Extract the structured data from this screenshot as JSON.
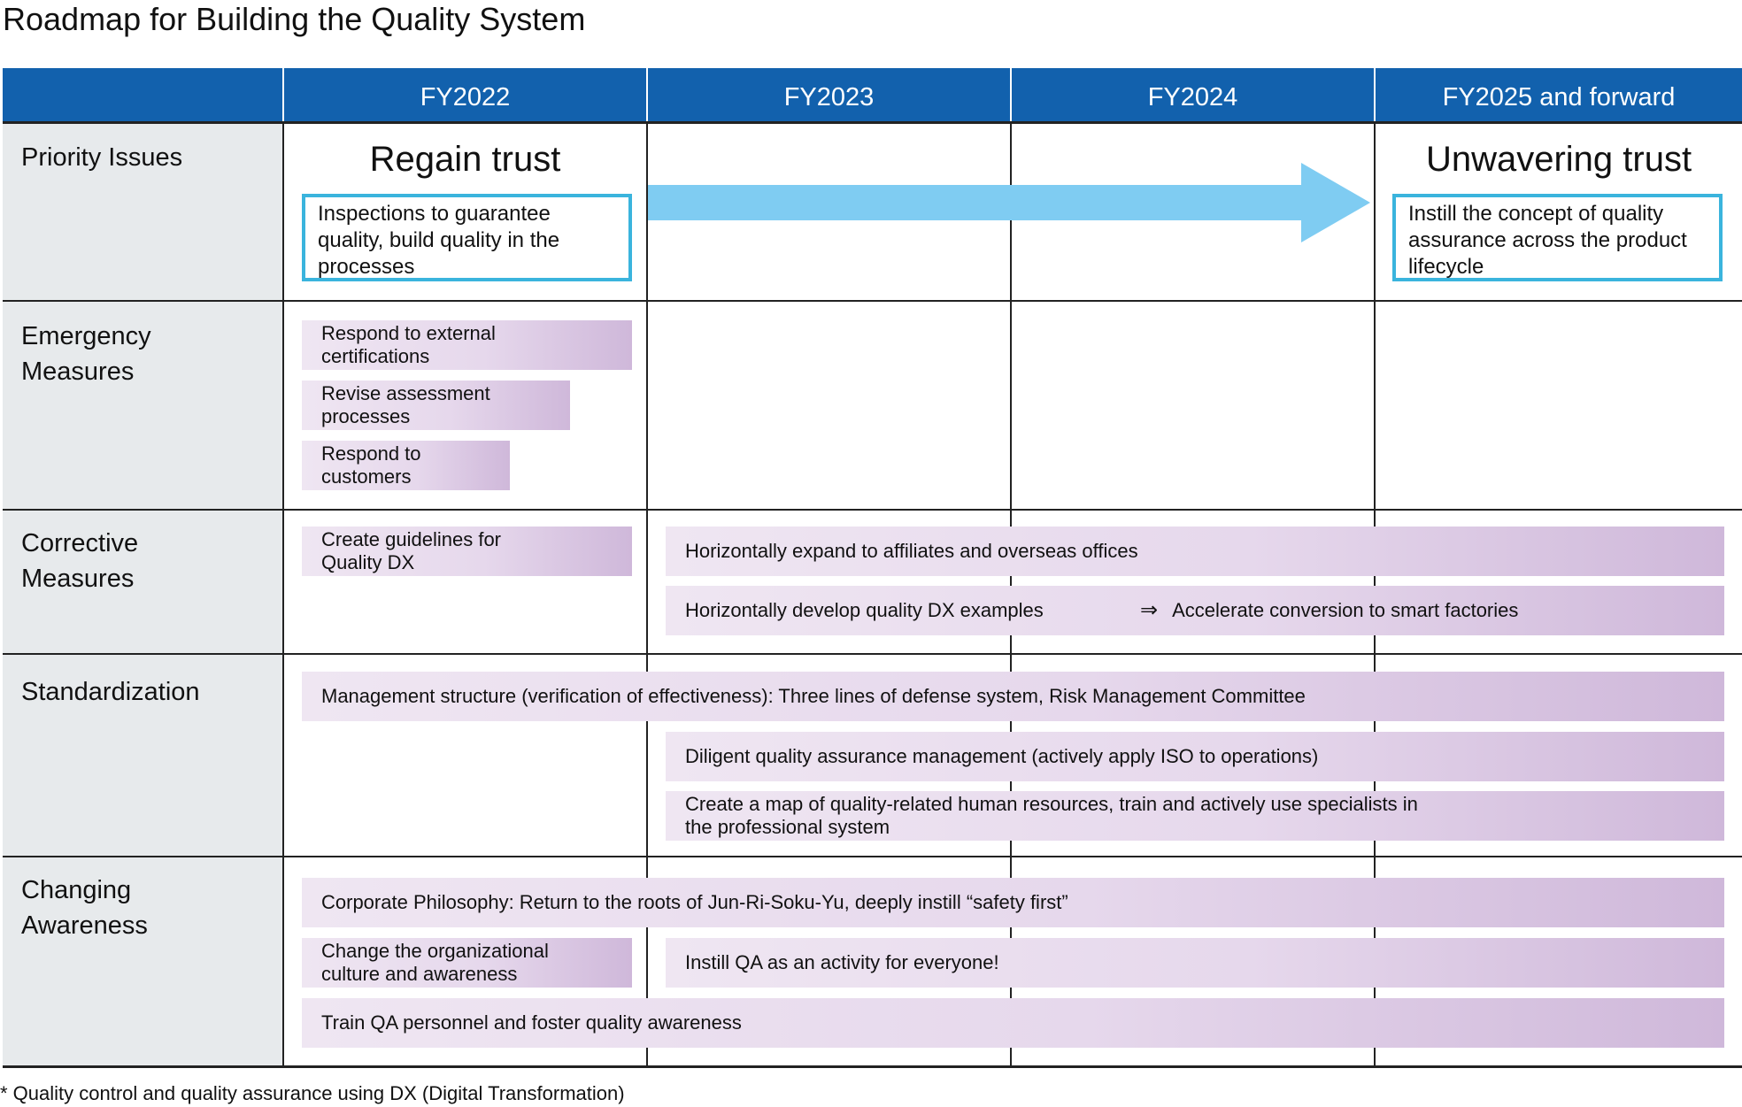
{
  "title": "Roadmap for Building the Quality System",
  "columns": [
    "FY2022",
    "FY2023",
    "FY2024",
    "FY2025 and forward"
  ],
  "rows": [
    {
      "label": "Priority Issues"
    },
    {
      "label": "Emergency\nMeasures"
    },
    {
      "label": "Corrective\nMeasures"
    },
    {
      "label": "Standardization"
    },
    {
      "label": "Changing\nAwareness"
    }
  ],
  "priority": {
    "start_heading": "Regain trust",
    "start_box": "Inspections to guarantee\nquality, build quality in the\nprocesses",
    "end_heading": "Unwavering trust",
    "end_box": "Instill the concept of quality\nassurance across the product\nlifecycle"
  },
  "emergency": [
    "Respond to external\ncertifications",
    "Revise assessment\nprocesses",
    "Respond to\ncustomers"
  ],
  "corrective": {
    "guidelines": "Create guidelines for\nQuality DX",
    "expand": "Horizontally expand to affiliates and overseas offices",
    "develop": "Horizontally develop quality DX examples",
    "arrow": "⇒",
    "accelerate": "Accelerate conversion to smart factories"
  },
  "standardization": [
    "Management structure (verification of effectiveness): Three lines of defense system, Risk Management Committee",
    "Diligent quality assurance management (actively apply ISO to operations)",
    "Create a map of quality-related human resources, train and actively use specialists in\nthe professional system"
  ],
  "awareness": [
    "Corporate Philosophy: Return to the roots of Jun-Ri-Soku-Yu, deeply instill “safety first”",
    "Change the organizational\nculture and awareness",
    "Instill QA as an activity for everyone!",
    "Train QA personnel and foster quality awareness"
  ],
  "footnote": "* Quality control and quality assurance using DX (Digital Transformation)",
  "colors": {
    "header": "#1261ad",
    "label_column": "#e7eaec",
    "issue_border": "#3ab4dd",
    "arrow": "#7fccf2",
    "bar_light": "#efe6f2",
    "bar_dark": "#cfb8da"
  }
}
